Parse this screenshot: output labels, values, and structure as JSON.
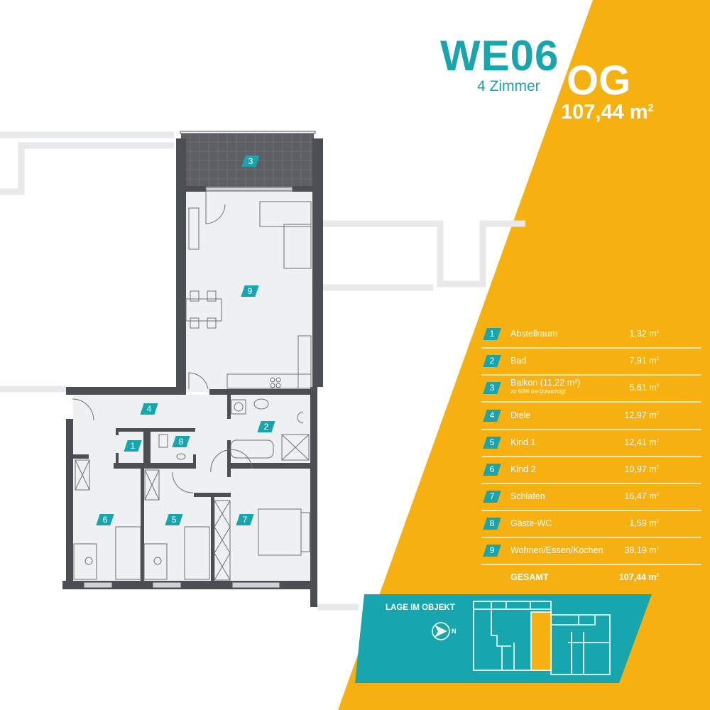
{
  "header": {
    "unit": "WE06",
    "rooms": "4 Zimmer",
    "floor": "OG",
    "area": "107,44 m",
    "area_sup": "2"
  },
  "colors": {
    "accent_teal": "#17a5ae",
    "accent_yellow": "#f6b00f",
    "wall": "#4b4e53"
  },
  "table": {
    "unit_sup": "2",
    "rows": [
      {
        "num": "1",
        "name": "Abstellraum",
        "value": "1,32 m"
      },
      {
        "num": "2",
        "name": "Bad",
        "value": "7,91 m"
      },
      {
        "num": "3",
        "name": "Balkon (11,22 m²)",
        "sub": "zu 50% berücksichtigt",
        "value": "5,61 m"
      },
      {
        "num": "4",
        "name": "Diele",
        "value": "12,97 m"
      },
      {
        "num": "5",
        "name": "Kind 1",
        "value": "12,41 m"
      },
      {
        "num": "6",
        "name": "Kind 2",
        "value": "10,97 m"
      },
      {
        "num": "7",
        "name": "Schlafen",
        "value": "16,47 m"
      },
      {
        "num": "8",
        "name": "Gäste-WC",
        "value": "1,59 m"
      },
      {
        "num": "9",
        "name": "Wohnen/Essen/Kochen",
        "value": "38,19 m"
      }
    ],
    "total_label": "GESAMT",
    "total_value": "107,44 m"
  },
  "location": {
    "title": "LAGE IM OBJEKT",
    "compass_label": "N",
    "compass": "compass-north-icon"
  },
  "plan_labels": [
    "1",
    "2",
    "3",
    "4",
    "5",
    "6",
    "7",
    "8",
    "9"
  ]
}
